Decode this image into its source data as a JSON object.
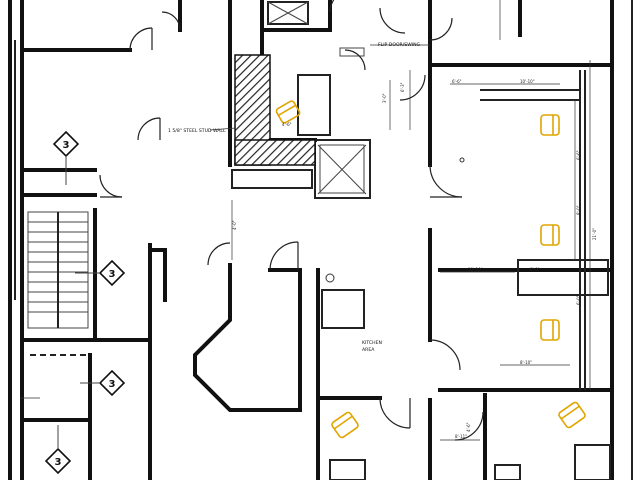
{
  "notes": {
    "stud_wall": "1 5/8\" STEEL STUD WALL",
    "flip_door": "FLIP DOOR/SWING",
    "kitchen": [
      "KITCHEN",
      "AREA"
    ]
  },
  "tags": {
    "t1": "3",
    "t2": "3",
    "t3": "3",
    "t4": "3"
  },
  "dims": {
    "d_top_office": "6'-6\"",
    "d_office_row": "10'-10\"",
    "d_mid": "10'-10\"",
    "d_right_a": "8'-0\"",
    "d_right_b": "6'-6\"",
    "d_right_c": "8'-0\"",
    "d_right_d": "6'-0\"",
    "d_long": "21'-0\"",
    "d_low": "8'-10\"",
    "d_bottom": "8'-11\"",
    "d_corr": "4'-0\"",
    "d_closet1": "6'-3\"",
    "d_closet2": "3'-0\"",
    "d_chair": "4'-6\"",
    "d_bot2": "4'-6\""
  },
  "colors": {
    "wall": "#111111",
    "chair": "#e0a500",
    "hatch": "#333333"
  }
}
